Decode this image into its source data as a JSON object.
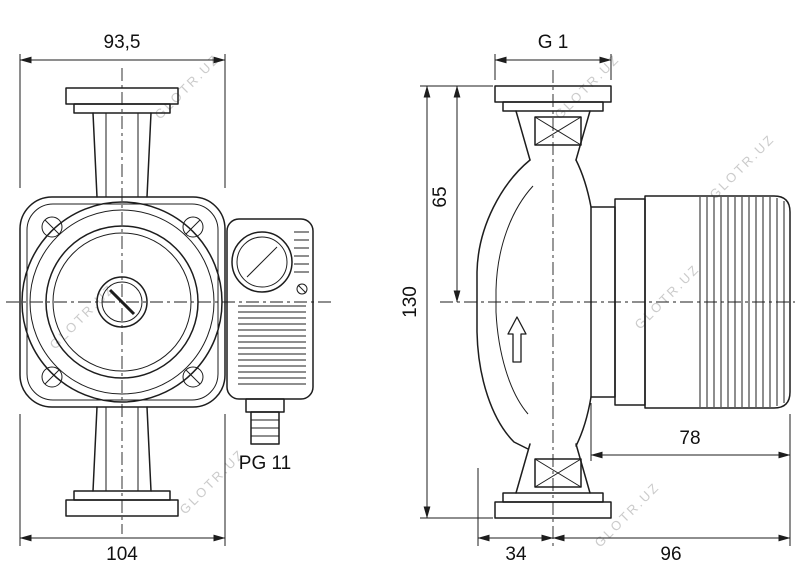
{
  "watermark": {
    "text": "GLOTR.UZ"
  },
  "front_view": {
    "dim_width_top": "93,5",
    "dim_width_bottom": "104",
    "cable_gland_label": "PG 11"
  },
  "side_view": {
    "dim_thread": "G 1",
    "dim_port_to_axis": "65",
    "dim_port_to_port": "130",
    "dim_motor_length": "78",
    "dim_axis_offset_front": "34",
    "dim_axis_to_motor_end": "96"
  },
  "colors": {
    "line": "#1d1d1d",
    "dimension_text": "#111111",
    "watermark": "#cbcbcb",
    "background": "#ffffff"
  }
}
